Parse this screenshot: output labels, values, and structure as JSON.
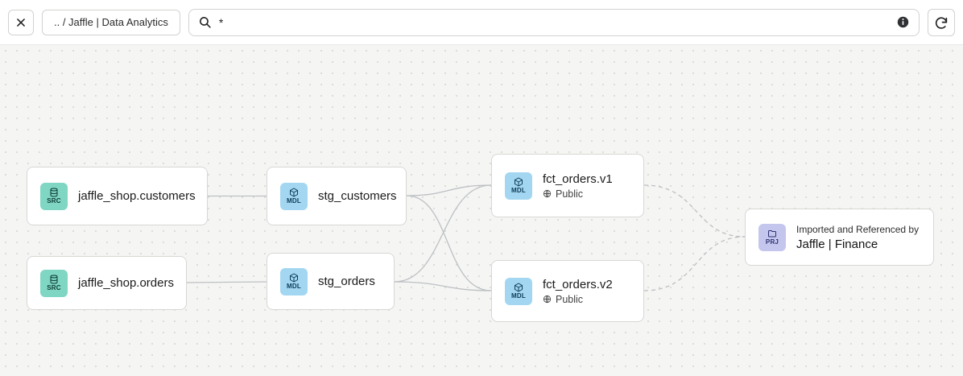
{
  "toolbar": {
    "close_icon": "close",
    "breadcrumb": ".. / Jaffle | Data Analytics",
    "search": {
      "value": "*",
      "icon": "magnifier"
    },
    "info_icon": "info-circle",
    "refresh_icon": "refresh-arrow"
  },
  "graph": {
    "nodes": [
      {
        "id": "jaffle_shop_customers",
        "label": "jaffle_shop.customers",
        "type": "SRC",
        "icon": "database"
      },
      {
        "id": "jaffle_shop_orders",
        "label": "jaffle_shop.orders",
        "type": "SRC",
        "icon": "database"
      },
      {
        "id": "stg_customers",
        "label": "stg_customers",
        "type": "MDL",
        "icon": "cube"
      },
      {
        "id": "stg_orders",
        "label": "stg_orders",
        "type": "MDL",
        "icon": "cube"
      },
      {
        "id": "fct_orders_v1",
        "label": "fct_orders.v1",
        "type": "MDL",
        "icon": "cube",
        "access": "Public",
        "access_icon": "globe"
      },
      {
        "id": "fct_orders_v2",
        "label": "fct_orders.v2",
        "type": "MDL",
        "icon": "cube",
        "access": "Public",
        "access_icon": "globe"
      },
      {
        "id": "jaffle_finance",
        "label": "Jaffle | Finance",
        "type": "PRJ",
        "icon": "project",
        "sublabel": "Imported and Referenced by"
      }
    ],
    "edges": [
      {
        "from": "jaffle_shop_customers",
        "to": "stg_customers",
        "style": "solid"
      },
      {
        "from": "jaffle_shop_orders",
        "to": "stg_orders",
        "style": "solid"
      },
      {
        "from": "stg_customers",
        "to": "fct_orders_v1",
        "style": "solid"
      },
      {
        "from": "stg_customers",
        "to": "fct_orders_v2",
        "style": "solid"
      },
      {
        "from": "stg_orders",
        "to": "fct_orders_v1",
        "style": "solid"
      },
      {
        "from": "stg_orders",
        "to": "fct_orders_v2",
        "style": "solid"
      },
      {
        "from": "fct_orders_v1",
        "to": "jaffle_finance",
        "style": "dashed"
      },
      {
        "from": "fct_orders_v2",
        "to": "jaffle_finance",
        "style": "dashed"
      }
    ]
  },
  "colors": {
    "src_badge": "#7fd6c2",
    "mdl_badge": "#a3d7f1",
    "prj_badge": "#c4c6ee",
    "edge": "#bcc0c3",
    "canvas_bg": "#f5f5f3",
    "node_border": "#d7d7d4"
  }
}
